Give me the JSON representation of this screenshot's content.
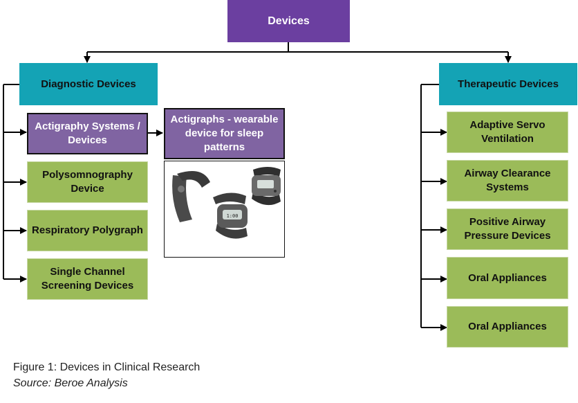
{
  "root": "Devices",
  "diagnostic": {
    "title": "Diagnostic Devices",
    "items": [
      "Actigraphy Systems / Devices",
      "Polysomnography Device",
      "Respiratory Polygraph",
      "Single Channel Screening Devices"
    ],
    "actigraphs_label": "Actigraphs - wearable device for sleep patterns"
  },
  "therapeutic": {
    "title": "Therapeutic Devices",
    "items": [
      "Adaptive Servo Ventilation",
      "Airway Clearance Systems",
      "Positive Airway Pressure Devices",
      "Oral Appliances",
      "Oral Appliances"
    ]
  },
  "caption": {
    "figure": "Figure 1: Devices in Clinical Research",
    "source": "Source: Beroe Analysis"
  },
  "colors": {
    "root": "#6b3fa0",
    "category": "#14a3b5",
    "item": "#9bbb59",
    "highlight": "#8064a2"
  },
  "image": {
    "icon": "wrist-actigraph-devices-photo"
  }
}
